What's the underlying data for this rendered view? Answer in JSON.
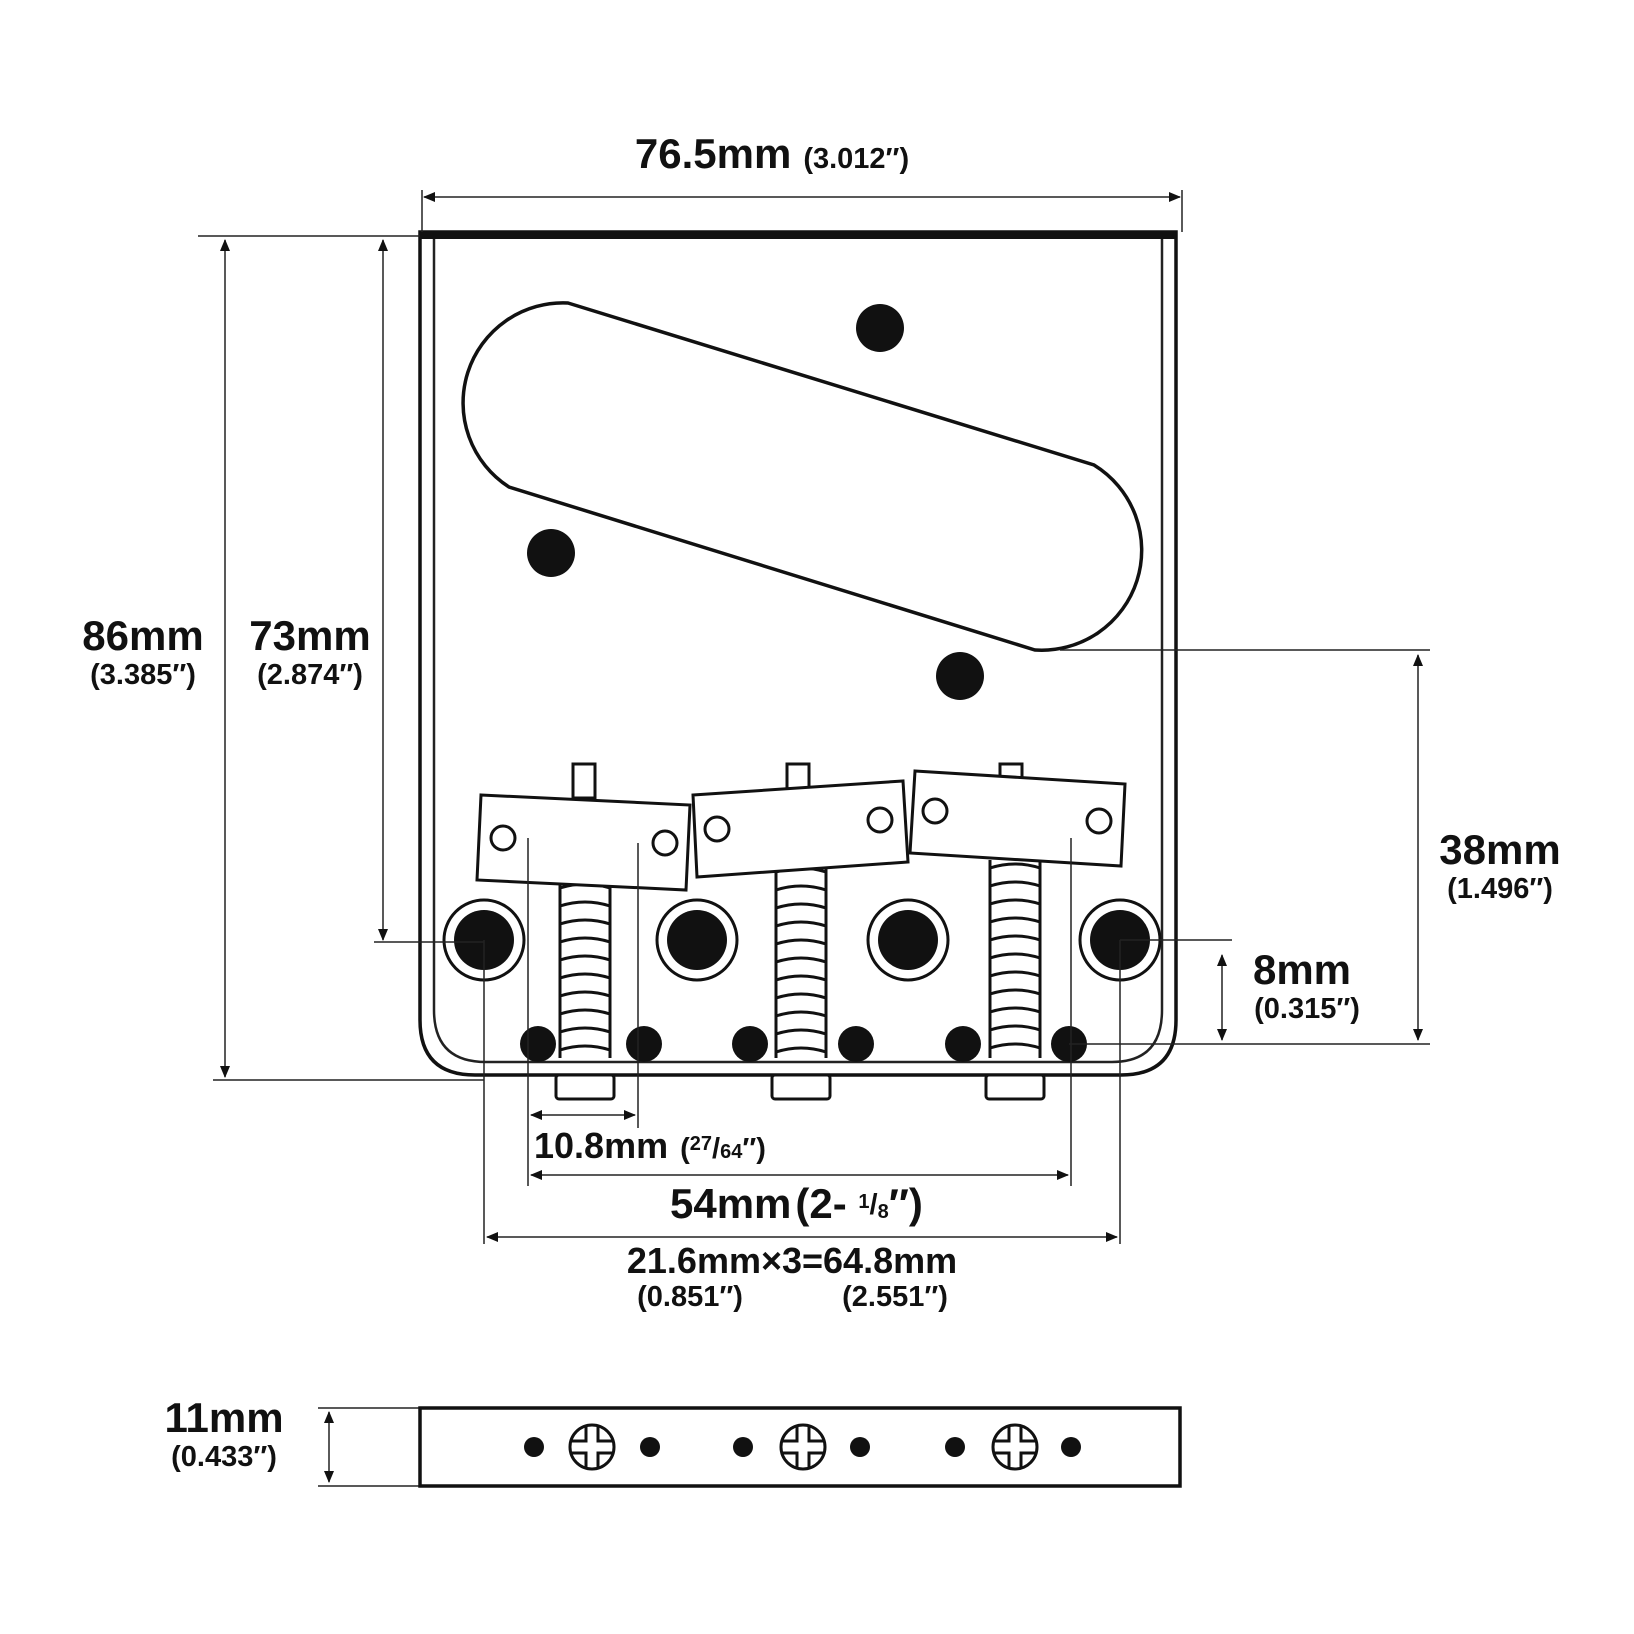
{
  "diagram": {
    "width_total": {
      "mm": "76.5mm",
      "inch": "(3.012″)"
    },
    "height_total": {
      "mm": "86mm",
      "inch": "(3.385″)"
    },
    "height_inner": {
      "mm": "73mm",
      "inch": "(2.874″)"
    },
    "saddle_to_edge": {
      "mm": "38mm",
      "inch": "(1.496″)"
    },
    "hole_offset": {
      "mm": "8mm",
      "inch": "(0.315″)"
    },
    "saddle_spacing": {
      "mm": "10.8mm",
      "frac_open": "(",
      "frac_num": "27",
      "frac_slash": "/",
      "frac_den": "64",
      "frac_close": "″)"
    },
    "string_spread": {
      "mm": "54mm",
      "frac_open": "(2- ",
      "frac_num": "1",
      "frac_slash": "/",
      "frac_den": "8",
      "frac_close": "″)"
    },
    "mount_spacing": {
      "mm": "21.6mm×3=64.8mm",
      "inch_a": "(0.851″)",
      "inch_b": "(2.551″)"
    },
    "thickness": {
      "mm": "11mm",
      "inch": "(0.433″)"
    }
  }
}
